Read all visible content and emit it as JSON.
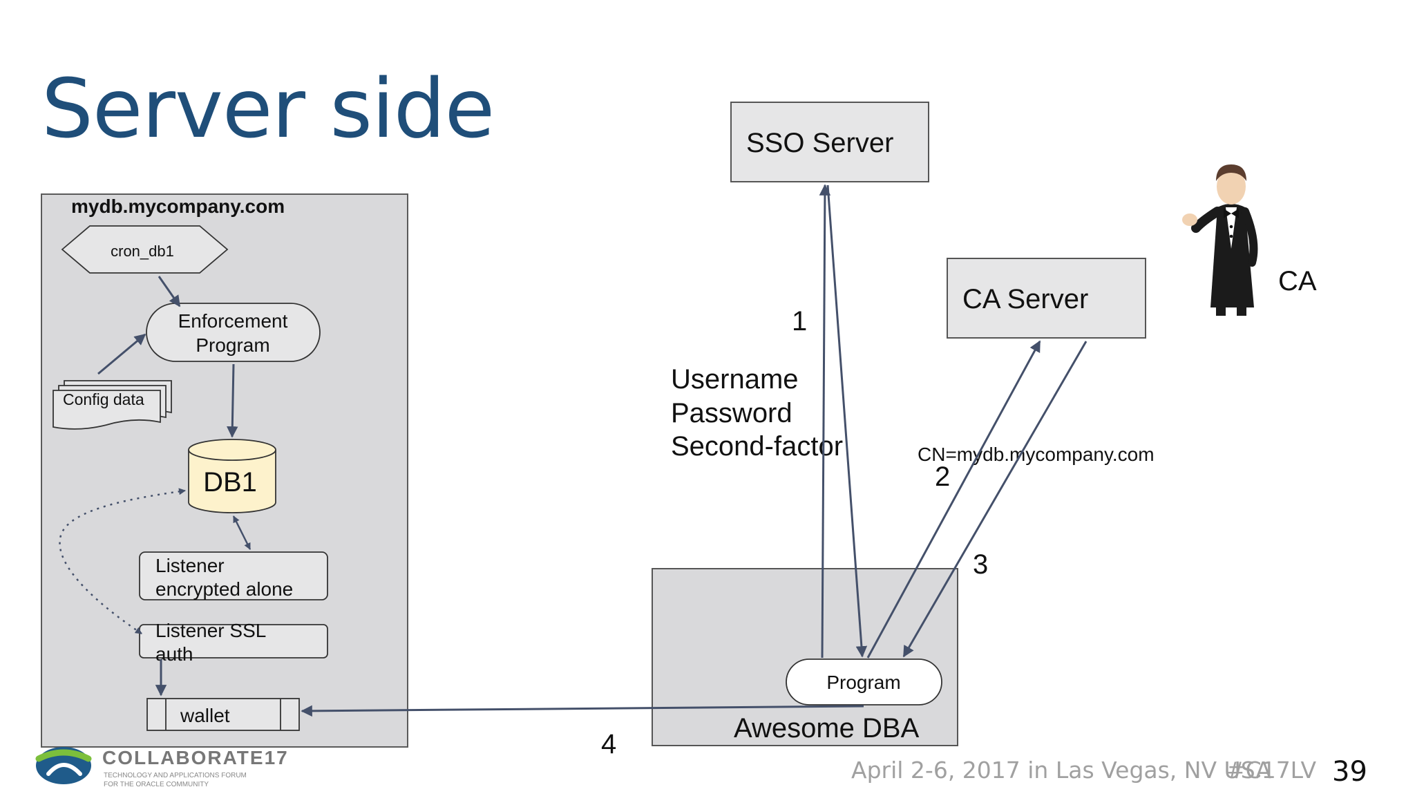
{
  "slide": {
    "title": "Server side",
    "footer_date": "April 2-6, 2017 in Las Vegas, NV USA",
    "footer_tag": "#C17LV",
    "page_number": "39"
  },
  "logo": {
    "name": "COLLABORATE17",
    "tagline_1": "TECHNOLOGY AND APPLICATIONS FORUM",
    "tagline_2": "FOR THE ORACLE COMMUNITY"
  },
  "server_box": {
    "hostname": "mydb.mycompany.com",
    "cron": "cron_db1",
    "enforcement_1": "Enforcement",
    "enforcement_2": "Program",
    "config": "Config data",
    "db": "DB1",
    "listener1_1": "Listener",
    "listener1_2": "encrypted alone",
    "listener2_1": "Listener SSL",
    "listener2_2": "auth",
    "wallet": "wallet"
  },
  "sso_server": "SSO Server",
  "ca_server": "CA Server",
  "ca_label": "CA",
  "credentials": {
    "line1": "Username",
    "line2": "Password",
    "line3": "Second-factor"
  },
  "cn_label": "CN=mydb.mycompany.com",
  "steps": {
    "s1": "1",
    "s2": "2",
    "s3": "3",
    "s4": "4"
  },
  "dba_box": {
    "program": "Program",
    "label": "Awesome DBA"
  },
  "colors": {
    "title": "#1f4e79",
    "box_fill": "#e6e6e7",
    "server_fill": "#d9d9db",
    "db_fill": "#fdf2cc",
    "arrow": "#44506a"
  }
}
